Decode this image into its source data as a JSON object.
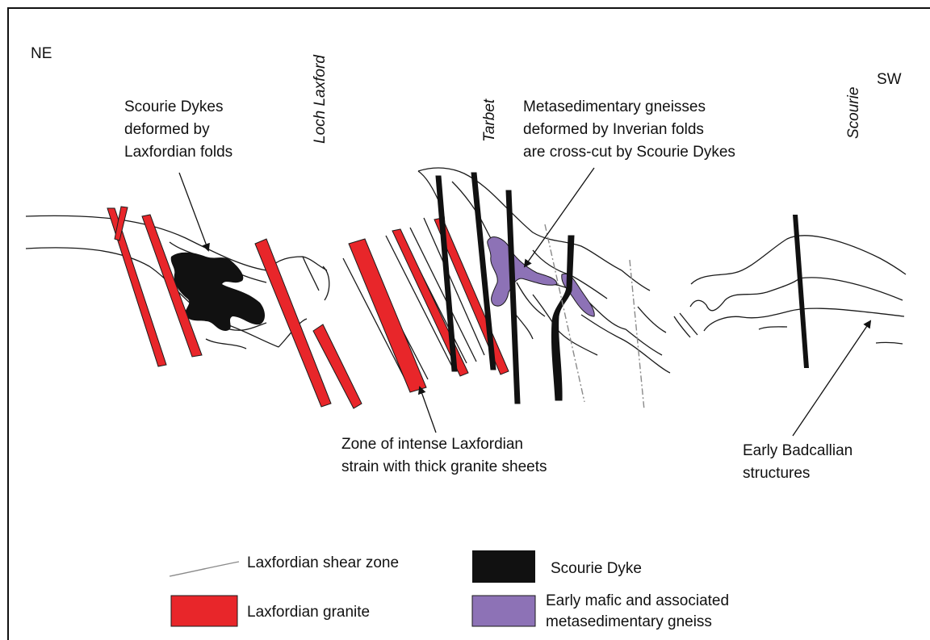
{
  "orientation": {
    "left": "NE",
    "right": "SW"
  },
  "places": {
    "loch_laxford": "Loch Laxford",
    "tarbet": "Tarbet",
    "scourie": "Scourie"
  },
  "annotations": {
    "scourie_dykes": [
      "Scourie Dykes",
      "deformed by",
      "Laxfordian folds"
    ],
    "metasedimentary": [
      "Metasedimentary gneisses",
      "deformed by Inverian folds",
      "are cross-cut by Scourie Dykes"
    ],
    "intense_strain": [
      "Zone of intense Laxfordian",
      "strain with thick granite sheets"
    ],
    "badcallian": [
      "Early Badcallian",
      "structures"
    ]
  },
  "legend": {
    "shear_zone": "Laxfordian shear zone",
    "granite": "Laxfordian granite",
    "dyke": "Scourie Dyke",
    "mafic": [
      "Early mafic and associated",
      "metasedimentary gneiss"
    ]
  },
  "colors": {
    "granite": "#e8262a",
    "dyke": "#111111",
    "mafic": "#8d72b6",
    "line": "#1a1a1a",
    "shear": "#8a8a8a"
  }
}
